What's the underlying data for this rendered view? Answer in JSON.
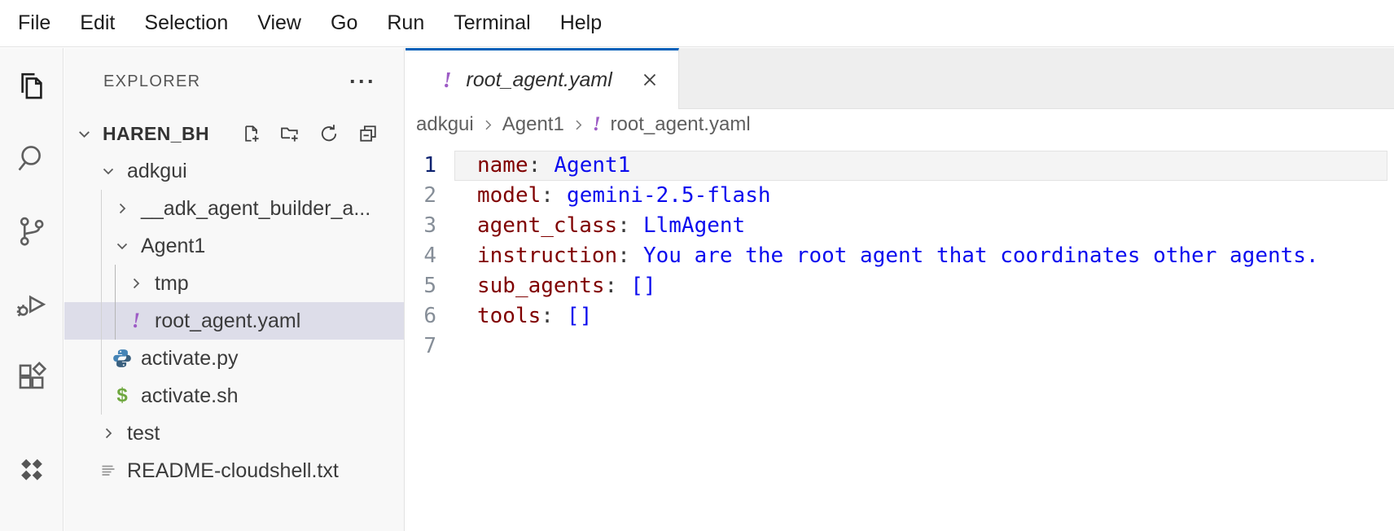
{
  "menu": {
    "items": [
      "File",
      "Edit",
      "Selection",
      "View",
      "Go",
      "Run",
      "Terminal",
      "Help"
    ]
  },
  "activity_bar": {
    "icons": [
      "explorer",
      "search",
      "source-control",
      "run-and-debug",
      "extensions",
      "diamond-grid"
    ],
    "active": "explorer"
  },
  "icons": {
    "more": "···",
    "shell": "$",
    "yaml_badge": "!"
  },
  "sidebar": {
    "title": "EXPLORER",
    "workspace": {
      "name": "HAREN_BH",
      "actions": [
        "new-file",
        "new-folder",
        "refresh",
        "collapse-all"
      ]
    },
    "tree": [
      {
        "label": "adkgui",
        "type": "folder",
        "state": "expanded",
        "level": 1
      },
      {
        "label": "__adk_agent_builder_a...",
        "type": "folder",
        "state": "collapsed",
        "level": 2
      },
      {
        "label": "Agent1",
        "type": "folder",
        "state": "expanded",
        "level": 2
      },
      {
        "label": "tmp",
        "type": "folder",
        "state": "collapsed",
        "level": 3
      },
      {
        "label": "root_agent.yaml",
        "type": "yaml-file",
        "level": 3,
        "selected": true
      },
      {
        "label": "activate.py",
        "type": "python-file",
        "level": 2
      },
      {
        "label": "activate.sh",
        "type": "shell-file",
        "level": 2
      },
      {
        "label": "test",
        "type": "folder",
        "state": "collapsed",
        "level": 1
      },
      {
        "label": "README-cloudshell.txt",
        "type": "text-file",
        "level": 1
      }
    ]
  },
  "editor": {
    "tab": {
      "title": "root_agent.yaml",
      "preview": true
    },
    "breadcrumbs": [
      "adkgui",
      "Agent1",
      "root_agent.yaml"
    ],
    "colon": ":",
    "active_line": 1,
    "lines": [
      {
        "num": "1",
        "key": "name",
        "value": "Agent1"
      },
      {
        "num": "2",
        "key": "model",
        "value": "gemini-2.5-flash"
      },
      {
        "num": "3",
        "key": "agent_class",
        "value": "LlmAgent"
      },
      {
        "num": "4",
        "key": "instruction",
        "value": "You are the root agent that coordinates other agents."
      },
      {
        "num": "5",
        "key": "sub_agents",
        "value": "[]"
      },
      {
        "num": "6",
        "key": "tools",
        "value": "[]"
      },
      {
        "num": "7"
      }
    ]
  },
  "colors": {
    "tab_accent": "#005fb8",
    "selected_row_bg": "#dddde9",
    "yaml_icon": "#9d5bc5",
    "yaml_key": "#800000",
    "yaml_value": "#0b0bee",
    "python_icon_top": "#4584b6",
    "python_icon_bottom": "#3a607f",
    "shell_icon": "#6ea73e"
  }
}
